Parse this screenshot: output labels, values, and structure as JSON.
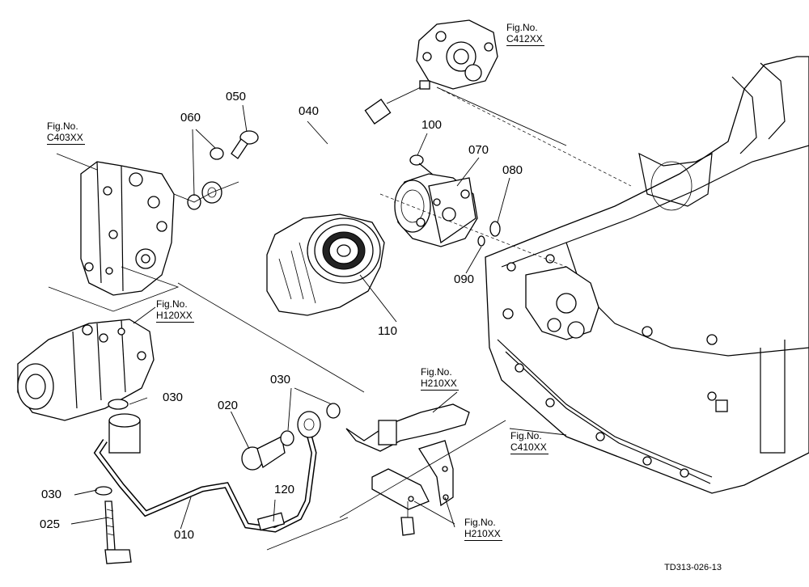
{
  "part_numbers": {
    "p010": "010",
    "p020": "020",
    "p025": "025",
    "p030a": "030",
    "p030b": "030",
    "p030c": "030",
    "p040": "040",
    "p050": "050",
    "p060": "060",
    "p070": "070",
    "p080": "080",
    "p090": "090",
    "p100": "100",
    "p110": "110",
    "p120": "120"
  },
  "figure_refs": {
    "c412": {
      "label": "Fig.No.",
      "code": "C412XX"
    },
    "c403": {
      "label": "Fig.No.",
      "code": "C403XX"
    },
    "h120": {
      "label": "Fig.No.",
      "code": "H120XX"
    },
    "h210a": {
      "label": "Fig.No.",
      "code": "H210XX"
    },
    "c410": {
      "label": "Fig.No.",
      "code": "C410XX"
    },
    "h210b": {
      "label": "Fig.No.",
      "code": "H210XX"
    }
  },
  "drawing_code": "TD313-026-13",
  "icons": {
    "oil_filter": "oil-filter-icon",
    "pump": "hydraulic-pump-icon",
    "valve": "valve-block-icon",
    "housing": "transmission-case-icon"
  }
}
